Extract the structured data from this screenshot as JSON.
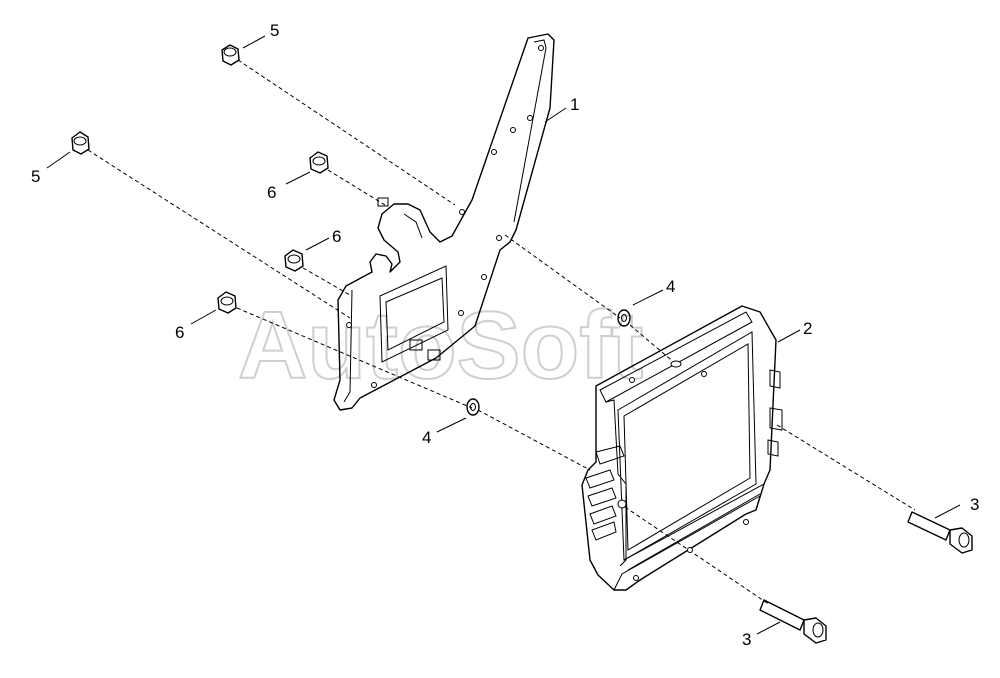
{
  "watermark": "AutoSoft",
  "callouts": {
    "c1": "1",
    "c2": "2",
    "c3a": "3",
    "c3b": "3",
    "c4a": "4",
    "c4b": "4",
    "c5a": "5",
    "c5b": "5",
    "c6a": "6",
    "c6b": "6",
    "c6c": "6"
  },
  "icons": {
    "nut": "hex-nut-icon",
    "washer": "washer-icon",
    "bolt": "hex-bolt-icon"
  }
}
